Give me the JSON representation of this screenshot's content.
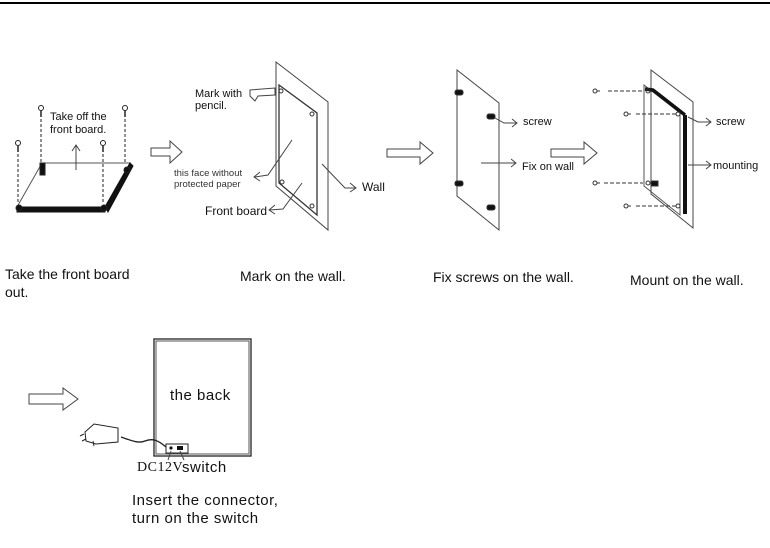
{
  "steps": [
    {
      "id": "step-1",
      "caption_line1": "Take the front board",
      "caption_line2": "out.",
      "labels": {
        "take_off_line1": "Take off the",
        "take_off_line2": "front board."
      }
    },
    {
      "id": "step-2",
      "caption": "Mark on the wall.",
      "labels": {
        "mark_line1": "Mark with",
        "mark_line2": "pencil.",
        "face_line1": "this face without",
        "face_line2": "protected paper",
        "front_board": "Front board",
        "wall": "Wall"
      }
    },
    {
      "id": "step-3",
      "caption": "Fix screws on the wall.",
      "labels": {
        "screw": "screw",
        "fix_on_wall": "Fix on wall"
      }
    },
    {
      "id": "step-4",
      "caption": "Mount on the wall.",
      "labels": {
        "screw": "screw",
        "mounting": "mounting"
      }
    },
    {
      "id": "step-5",
      "caption_line1": "Insert the connector,",
      "caption_line2": "turn on the switch",
      "labels": {
        "the_back": "the back",
        "dc12v": "DC12V",
        "switch": "switch"
      }
    }
  ],
  "colors": {
    "ink": "#111111",
    "paper": "#ffffff",
    "line": "#444444"
  }
}
